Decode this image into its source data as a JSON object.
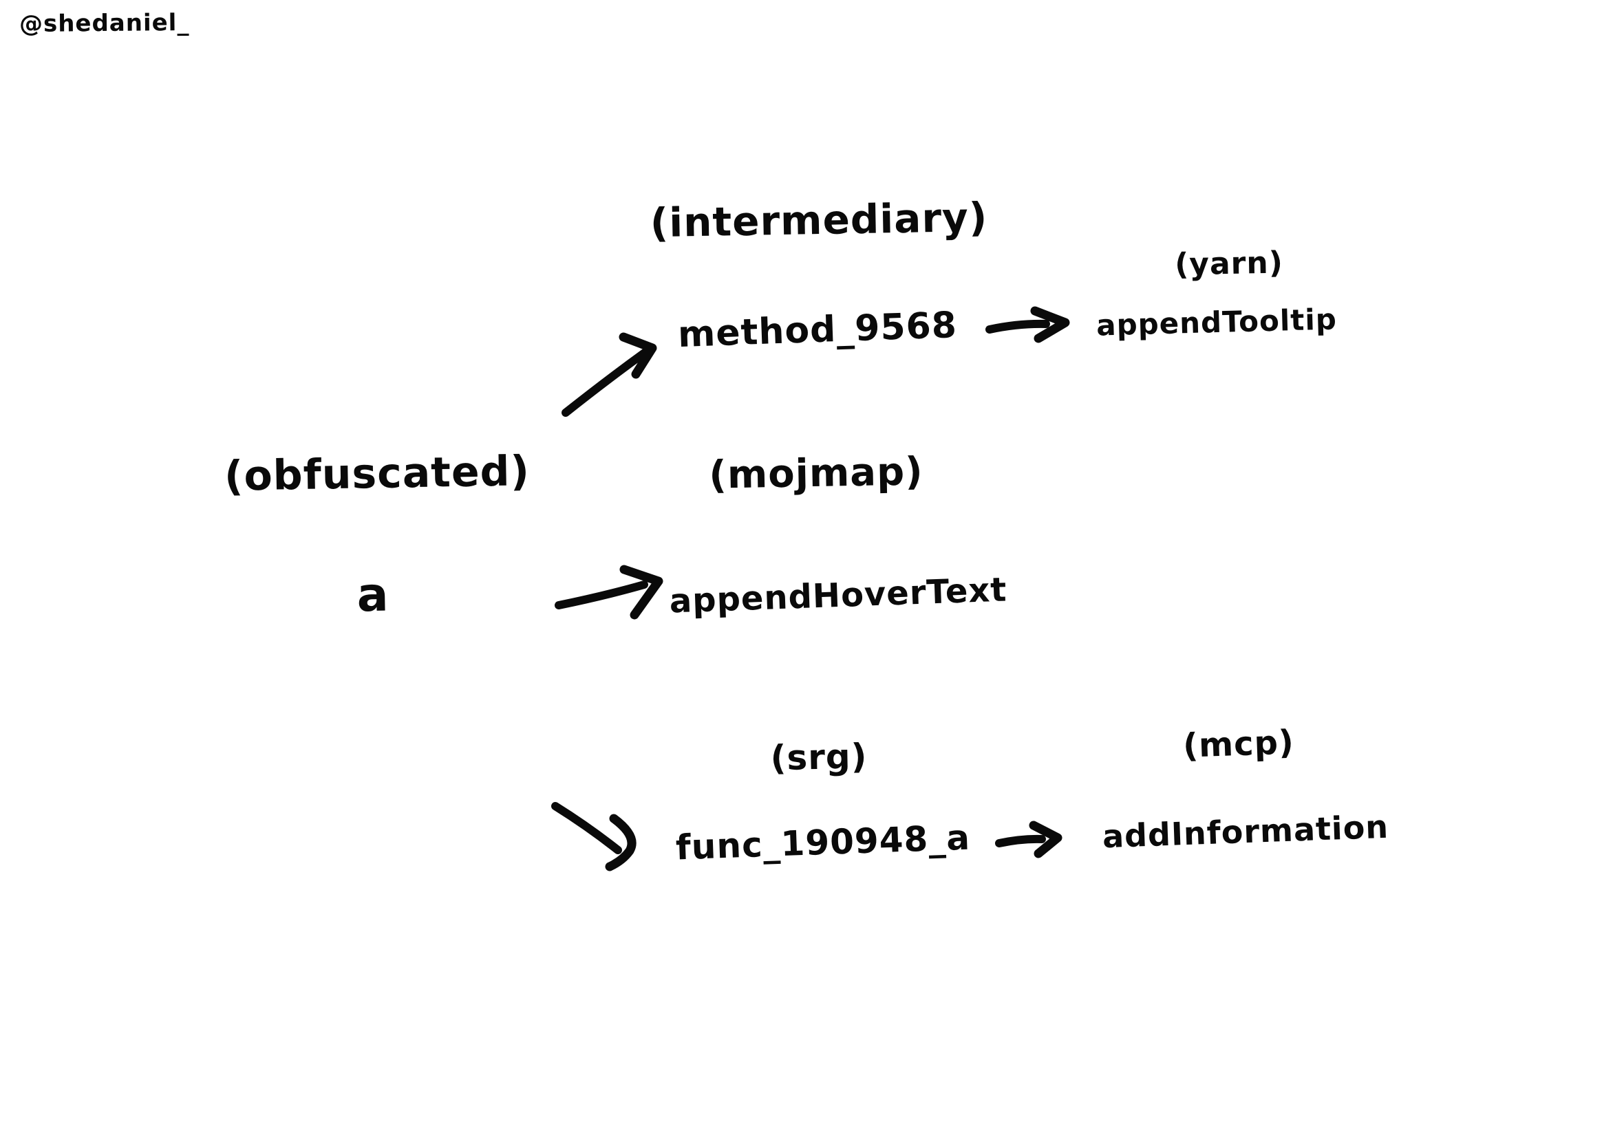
{
  "watermark": "@shedaniel_",
  "colors": {
    "ink": "#0a0a0a",
    "background": "#ffffff"
  },
  "diagram": {
    "source": {
      "mapping": "(obfuscated)",
      "name": "a"
    },
    "intermediary": {
      "mapping": "(intermediary)",
      "name": "method_9568"
    },
    "yarn": {
      "mapping": "(yarn)",
      "name": "appendTooltip"
    },
    "mojmap": {
      "mapping": "(mojmap)",
      "name": "appendHoverText"
    },
    "srg": {
      "mapping": "(srg)",
      "name": "func_190948_a"
    },
    "mcp": {
      "mapping": "(mcp)",
      "name": "addInformation"
    },
    "arrows": [
      {
        "from": "a",
        "to": "method_9568"
      },
      {
        "from": "a",
        "to": "appendHoverText"
      },
      {
        "from": "a",
        "to": "func_190948_a"
      },
      {
        "from": "method_9568",
        "to": "appendTooltip"
      },
      {
        "from": "func_190948_a",
        "to": "addInformation"
      }
    ]
  }
}
